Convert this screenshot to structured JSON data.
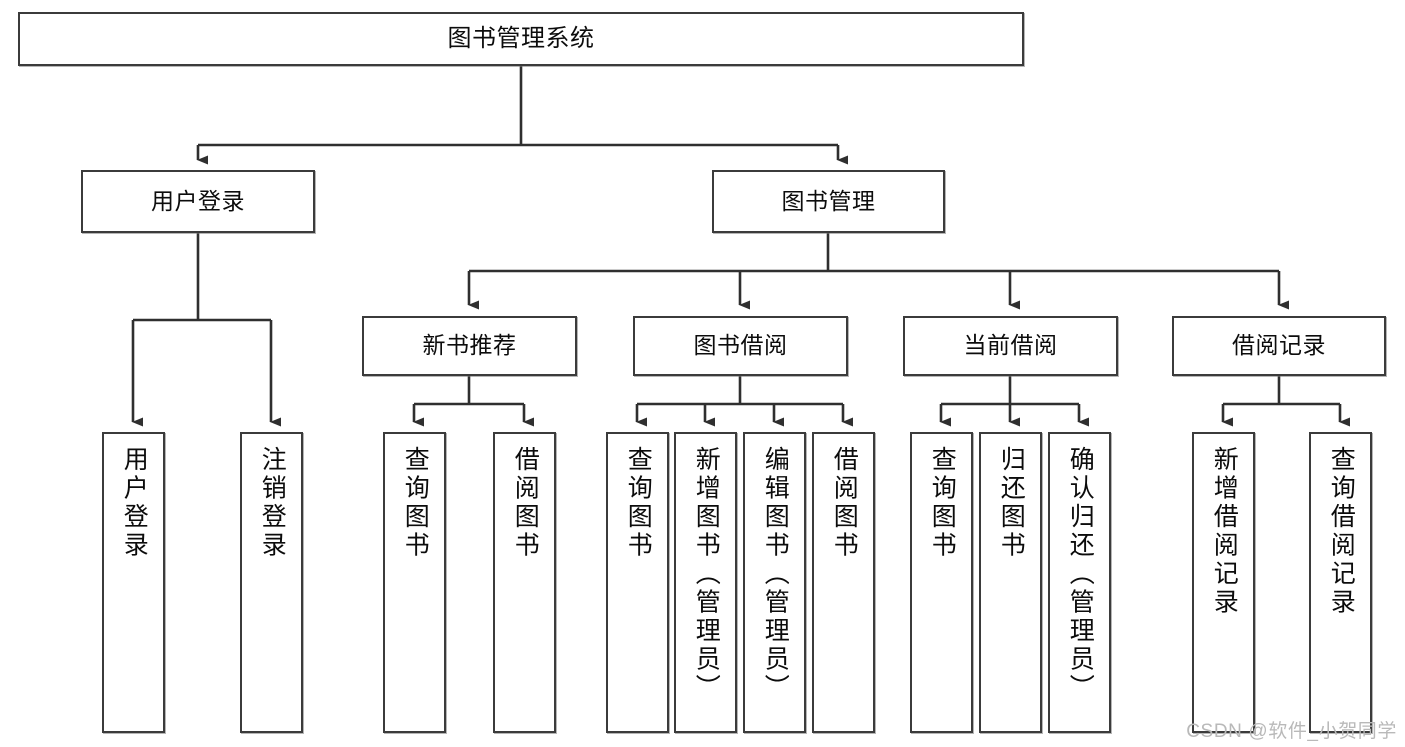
{
  "diagram": {
    "title": "图书管理系统",
    "watermark": "CSDN @软件_小贺同学",
    "colors": {
      "border": "#3b3b3b",
      "fill": "#ffffff",
      "text": "#0c0c0c",
      "line": "#2f2f2f",
      "watermark": "#b9b9b9"
    },
    "root": {
      "label": "图书管理系统"
    },
    "level2": [
      {
        "label": "用户登录"
      },
      {
        "label": "图书管理"
      }
    ],
    "level3": [
      {
        "label": "新书推荐"
      },
      {
        "label": "图书借阅"
      },
      {
        "label": "当前借阅"
      },
      {
        "label": "借阅记录"
      }
    ],
    "leaves": {
      "user_login": [
        {
          "label": "用户登录"
        },
        {
          "label": "注销登录"
        }
      ],
      "new_book_recommend": [
        {
          "label": "查询图书"
        },
        {
          "label": "借阅图书"
        }
      ],
      "book_borrow": [
        {
          "label": "查询图书"
        },
        {
          "label": "新增图书（管理员）"
        },
        {
          "label": "编辑图书（管理员）"
        },
        {
          "label": "借阅图书"
        }
      ],
      "current_borrow": [
        {
          "label": "查询图书"
        },
        {
          "label": "归还图书"
        },
        {
          "label": "确认归还（管理员）"
        }
      ],
      "borrow_record": [
        {
          "label": "新增借阅记录"
        },
        {
          "label": "查询借阅记录"
        }
      ]
    }
  }
}
